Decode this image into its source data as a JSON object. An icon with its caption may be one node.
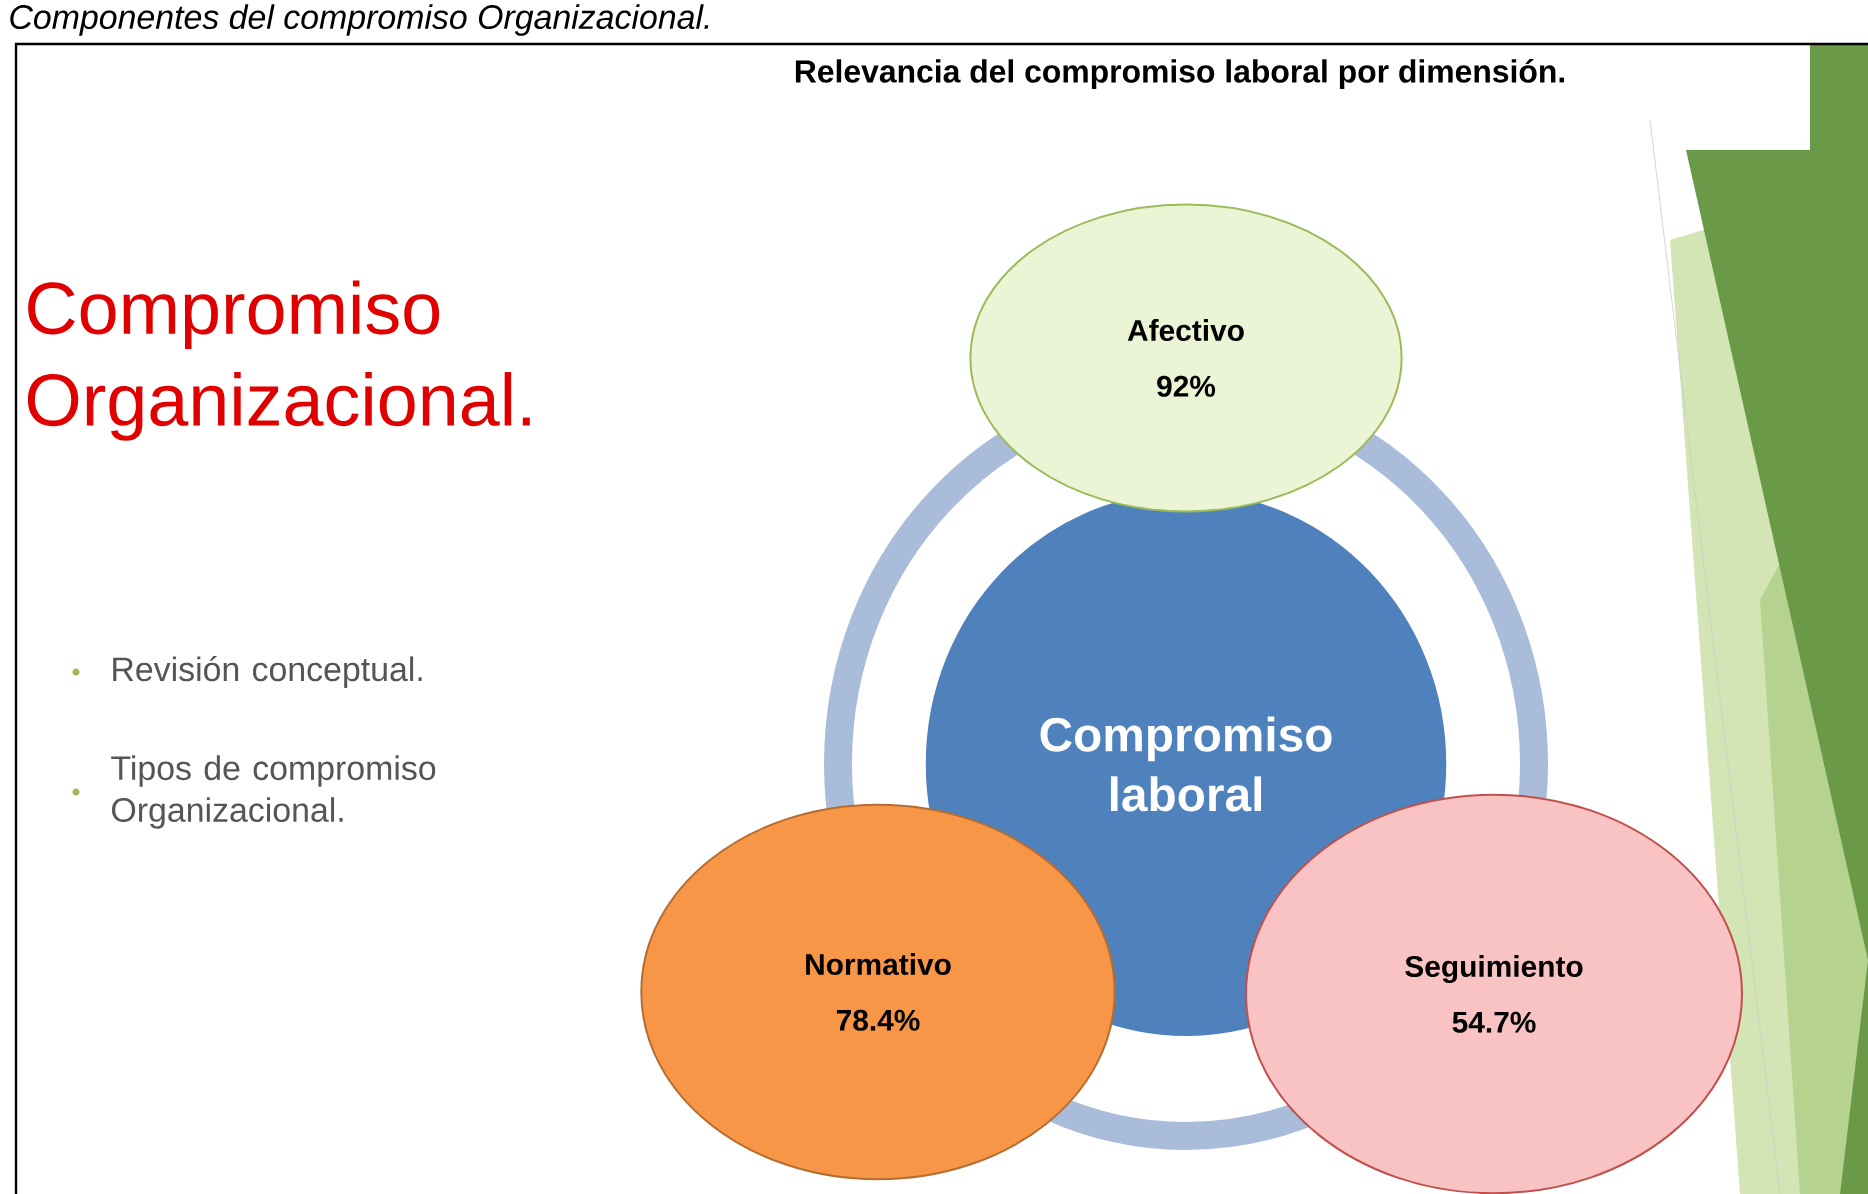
{
  "diagram": {
    "title": "Compromiso Organizacional.",
    "caption": "Componentes del compromiso Organizacional.",
    "nodes": [
      {
        "text": [
          "Afectivo",
          "92%"
        ]
      },
      {
        "text": [
          "Compromiso laboral"
        ]
      },
      {
        "text": [
          "Normativo",
          "78.4%"
        ]
      },
      {
        "text": [
          "Seguimiento",
          "54.7%"
        ]
      }
    ],
    "labels": [
      "Relevancia del compromiso laboral por dimensión.",
      "Revisión conceptual.",
      "Tipos de compromiso Organizacional."
    ]
  }
}
